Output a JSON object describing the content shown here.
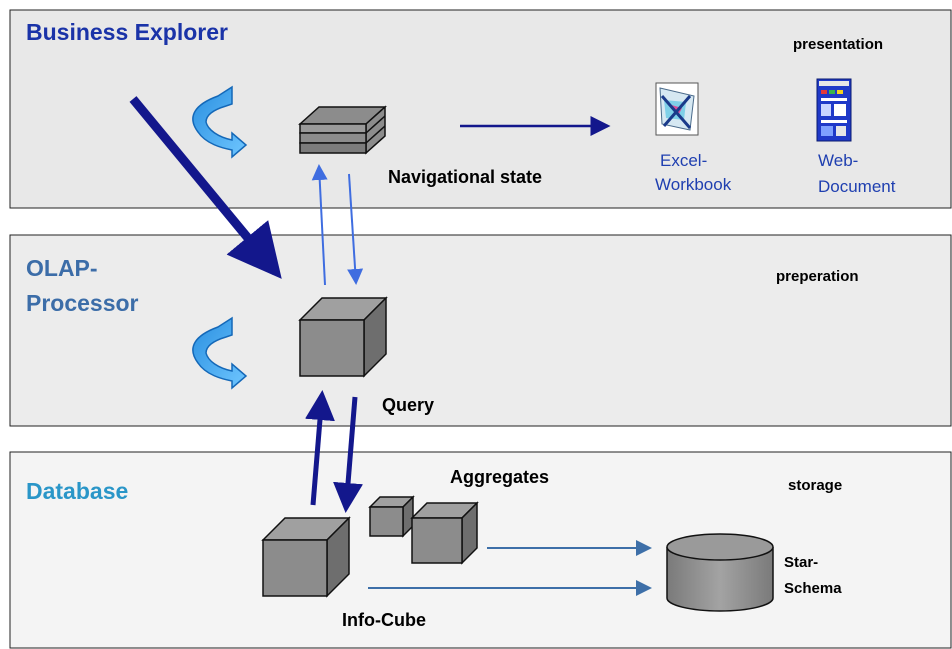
{
  "layers": {
    "presentation": {
      "title": "Business Explorer",
      "tag": "presentation",
      "title_color": "#1a33a8"
    },
    "olap": {
      "title_line1": "OLAP-",
      "title_line2": "Processor",
      "tag": "preperation",
      "title_color": "#3c6da8"
    },
    "database": {
      "title": "Database",
      "tag": "storage",
      "title_color": "#2a96c8"
    }
  },
  "labels": {
    "navigational_state": "Navigational state",
    "excel_line1": "Excel-",
    "excel_line2": "Workbook",
    "web_line1": "Web-",
    "web_line2": "Document",
    "query": "Query",
    "aggregates": "Aggregates",
    "info_cube": "Info-Cube",
    "star_line1": "Star-",
    "star_line2": "Schema"
  },
  "icons": [
    "rotate-arrow-icon",
    "navigational-state-icon",
    "excel-workbook-icon",
    "web-document-icon",
    "cube-icon",
    "database-cylinder-icon"
  ],
  "colors": {
    "panel_top": "#e8e8e8",
    "panel_mid": "#ececec",
    "panel_bottom": "#f4f4f4",
    "dark_arrow": "#13178c",
    "light_arrow": "#3f6de0",
    "steel_arrow": "#3d6fa8",
    "cube_fill": "#8c8c8c"
  }
}
